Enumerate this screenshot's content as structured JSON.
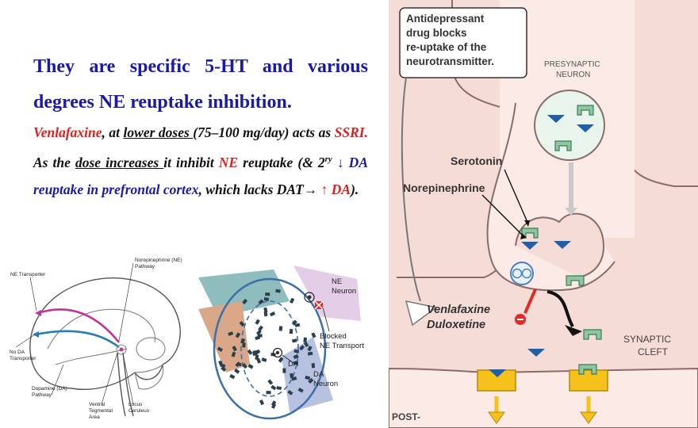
{
  "heading": {
    "line1": "They are specific 5-HT and various",
    "line2": "degrees NE reuptake inhibition."
  },
  "paragraph": {
    "venlafaxine": "Venlafaxine",
    "t1": ", at ",
    "lower_doses": "lower doses ",
    "t2": "(75–100 mg/day) acts as ",
    "ssri": "SSRI.",
    "t3": " As the ",
    "dose_increases": "dose increases ",
    "t4": "it inhibit ",
    "ne": "NE",
    "t5": " reuptake (& 2",
    "sup": "ry",
    "t6": " ",
    "da_line": "↓ DA reuptake in prefrontal cortex",
    "t7": ", which lacks DAT→ ",
    "up_da": "↑ DA",
    "t8": ")."
  },
  "brain_diagram": {
    "ne_transporter": "NE Transporter",
    "ne_pathway_1": "Norepinephrine (NE)",
    "ne_pathway_2": "Pathway",
    "no_da_1": "No DA",
    "no_da_2": "Transporter",
    "da_pathway_1": "Dopamine (DA)",
    "da_pathway_2": "Pathway",
    "vta_1": "Ventral",
    "vta_2": "Tegmental",
    "vta_3": "Area",
    "lc_1": "Locus",
    "lc_2": "Ceruleus"
  },
  "small_synapse": {
    "ne_neuron_1": "NE",
    "ne_neuron_2": "Neuron",
    "blocked_1": "Blocked",
    "blocked_2": "NE Transport",
    "da": "DA",
    "da_neuron_1": "DA",
    "da_neuron_2": "Neuron"
  },
  "synapse_diagram": {
    "callout_1": "Antidepressant",
    "callout_2": "drug blocks",
    "callout_3": "re-uptake of the",
    "callout_4": "neurotransmitter.",
    "presynaptic_1": "PRESYNAPTIC",
    "presynaptic_2": "NEURON",
    "serotonin": "Serotonin",
    "norepinephrine": "Norepinephrine",
    "drug_1": "Venlafaxine",
    "drug_2": "Duloxetine",
    "cleft_1": "SYNAPTIC",
    "cleft_2": "CLEFT",
    "post": "POST-"
  },
  "colors": {
    "heading": "#1a1aa6",
    "red": "#e0201c",
    "membrane_fill": "#f6dcd6",
    "transporter_green": "#8fc6a0",
    "arrow_blue": "#1f5fa8",
    "receptor_yellow": "#f4c21a"
  }
}
